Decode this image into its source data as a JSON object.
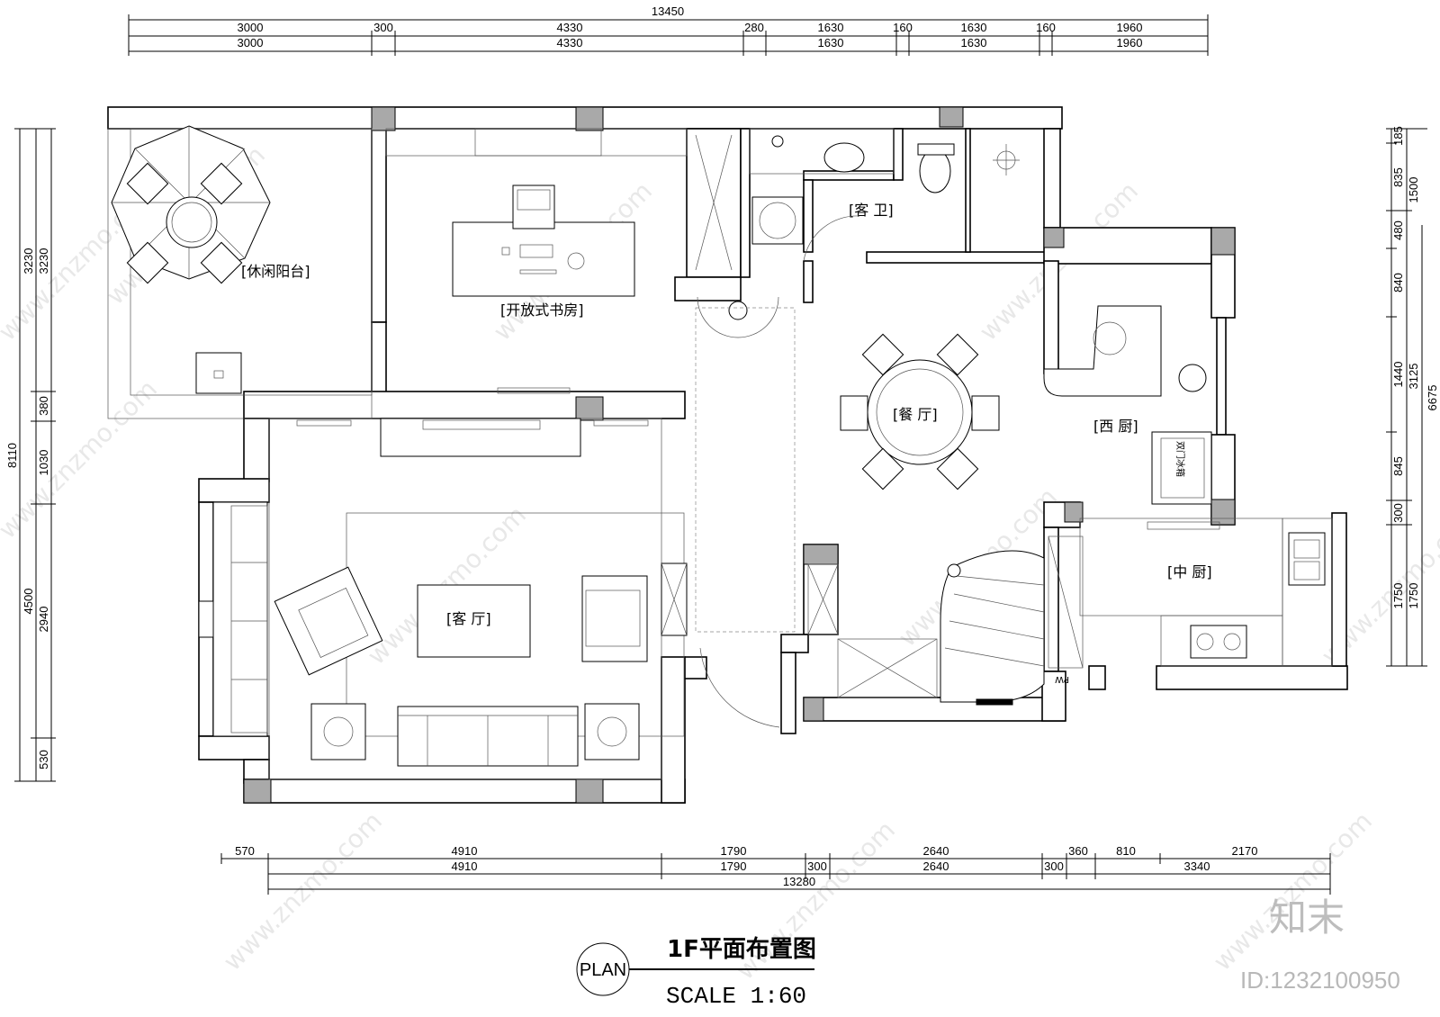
{
  "title": "1F平面布置图",
  "plan_label": "PLAN",
  "scale_label": "SCALE 1:60",
  "watermark": "www.znzmo.com",
  "logo": "知末",
  "id_label": "ID:1232100950",
  "rooms": {
    "balcony": "[休闲阳台]",
    "study": "[开放式书房]",
    "guest_bath": "[客 卫]",
    "dining": "[餐 厅]",
    "western_kitchen": "[西 厨]",
    "chinese_kitchen": "[中 厨]",
    "living": "[客 厅]"
  },
  "fridge_label": "双门冰箱",
  "pw_label": "PW",
  "dims": {
    "top_total": "13450",
    "top_a": [
      "3000",
      "300",
      "4330",
      "280",
      "1630",
      "160",
      "1630",
      "160",
      "1960"
    ],
    "top_b": [
      "3000",
      "4330",
      "1630",
      "1630",
      "1960"
    ],
    "bottom_a": [
      "570",
      "4910",
      "1790",
      "300",
      "2640",
      "360",
      "810",
      "2170"
    ],
    "bottom_b": [
      "4910",
      "1790",
      "300",
      "2640",
      "300",
      "3340"
    ],
    "bottom_total": "13280",
    "left_a": [
      "3230",
      "380",
      "1030",
      "4500",
      "530"
    ],
    "left_b": [
      "3230",
      "2940"
    ],
    "left_total": "8110",
    "right_a": [
      "185",
      "835",
      "480",
      "840",
      "1440",
      "845",
      "300",
      "1750"
    ],
    "right_b": [
      "1500",
      "3125",
      "1750"
    ],
    "right_total": "6675"
  }
}
